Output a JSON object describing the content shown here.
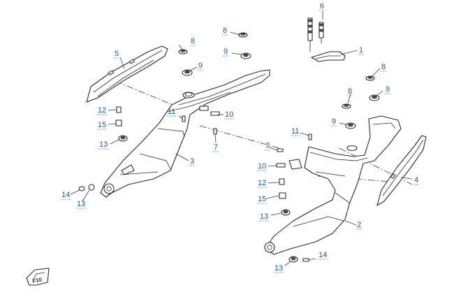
{
  "diagram": {
    "accent_color": "#1f5ba8",
    "callouts": [
      {
        "id": "c1",
        "label": "1"
      },
      {
        "id": "c2",
        "label": "2"
      },
      {
        "id": "c3",
        "label": "3"
      },
      {
        "id": "c4",
        "label": "4"
      },
      {
        "id": "c5",
        "label": "5"
      },
      {
        "id": "c6",
        "label": "6"
      },
      {
        "id": "c7a",
        "label": "7"
      },
      {
        "id": "c7b",
        "label": "7"
      },
      {
        "id": "c8a",
        "label": "8"
      },
      {
        "id": "c8b",
        "label": "8"
      },
      {
        "id": "c8c",
        "label": "8"
      },
      {
        "id": "c8d",
        "label": "8"
      },
      {
        "id": "c9a",
        "label": "9"
      },
      {
        "id": "c9b",
        "label": "9"
      },
      {
        "id": "c9c",
        "label": "9"
      },
      {
        "id": "c9d",
        "label": "9"
      },
      {
        "id": "c10a",
        "label": "10"
      },
      {
        "id": "c10b",
        "label": "10"
      },
      {
        "id": "c11a",
        "label": "11"
      },
      {
        "id": "c11b",
        "label": "11"
      },
      {
        "id": "c12a",
        "label": "12"
      },
      {
        "id": "c12b",
        "label": "12"
      },
      {
        "id": "c13a",
        "label": "13"
      },
      {
        "id": "c13b",
        "label": "13"
      },
      {
        "id": "c13c",
        "label": "13"
      },
      {
        "id": "c13d",
        "label": "13"
      },
      {
        "id": "c14a",
        "label": "14"
      },
      {
        "id": "c14b",
        "label": "14"
      },
      {
        "id": "c15a",
        "label": "15"
      },
      {
        "id": "c15b",
        "label": "15"
      }
    ],
    "corner_logo": "F10"
  }
}
